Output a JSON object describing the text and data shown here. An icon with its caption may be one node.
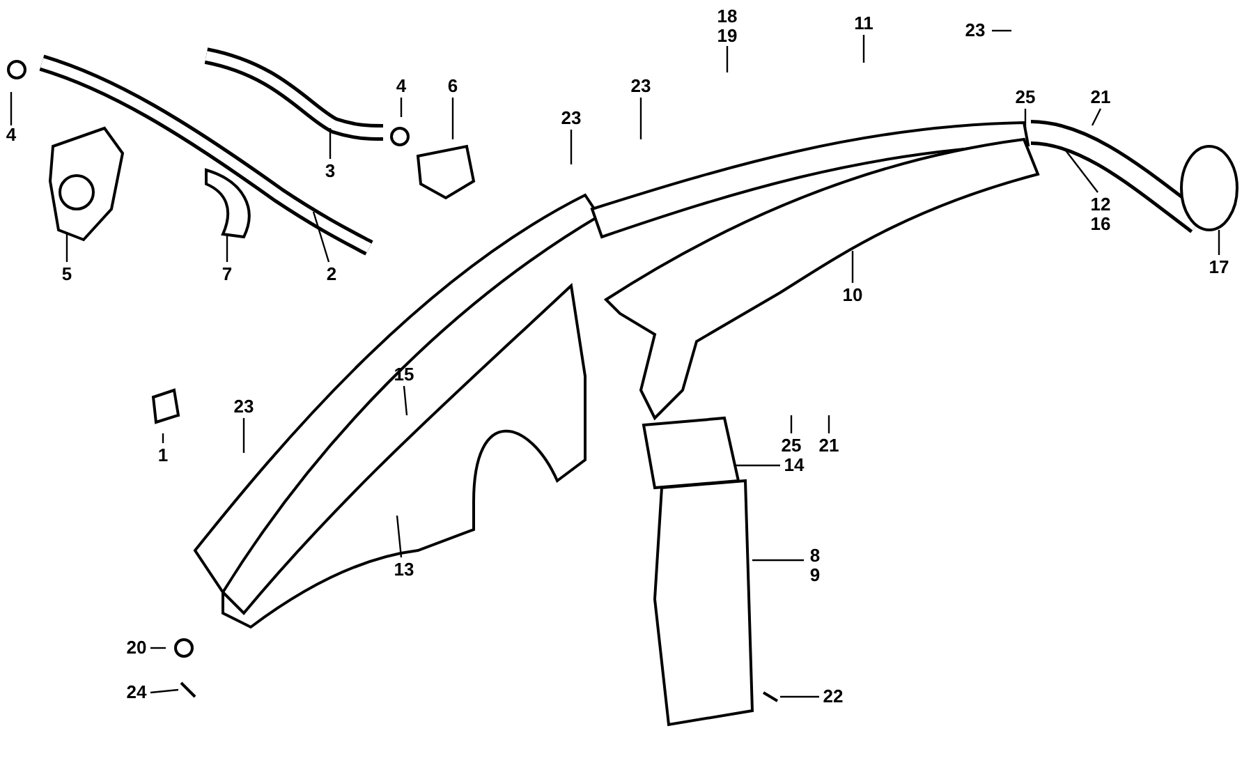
{
  "diagram": {
    "nodes": [
      {
        "text": [
          "4"
        ]
      },
      {
        "text": [
          "5"
        ]
      },
      {
        "text": [
          "7"
        ]
      },
      {
        "text": [
          "3"
        ]
      },
      {
        "text": [
          "2"
        ]
      },
      {
        "text": [
          "4"
        ]
      },
      {
        "text": [
          "6"
        ]
      },
      {
        "text": [
          "1"
        ]
      },
      {
        "text": [
          "23"
        ]
      },
      {
        "text": [
          "15"
        ]
      },
      {
        "text": [
          "13"
        ]
      },
      {
        "text": [
          "20"
        ]
      },
      {
        "text": [
          "24"
        ]
      },
      {
        "text": [
          "23"
        ]
      },
      {
        "text": [
          "23"
        ]
      },
      {
        "text": [
          "18",
          "19"
        ]
      },
      {
        "text": [
          "11"
        ]
      },
      {
        "text": [
          "23"
        ]
      },
      {
        "text": [
          "25"
        ]
      },
      {
        "text": [
          "21"
        ]
      },
      {
        "text": [
          "12",
          "16"
        ]
      },
      {
        "text": [
          "17"
        ]
      },
      {
        "text": [
          "10"
        ]
      },
      {
        "text": [
          "25"
        ]
      },
      {
        "text": [
          "21"
        ]
      },
      {
        "text": [
          "14"
        ]
      },
      {
        "text": [
          "8",
          "9"
        ]
      },
      {
        "text": [
          "22"
        ]
      }
    ],
    "edges": [
      {
        "from": 0,
        "to": null,
        "arrow": "none"
      },
      {
        "from": 1,
        "to": null,
        "arrow": "none"
      },
      {
        "from": 2,
        "to": null,
        "arrow": "none"
      },
      {
        "from": 3,
        "to": null,
        "arrow": "none"
      },
      {
        "from": 4,
        "to": null,
        "arrow": "none"
      },
      {
        "from": 5,
        "to": null,
        "arrow": "none"
      },
      {
        "from": 6,
        "to": null,
        "arrow": "none"
      },
      {
        "from": 7,
        "to": null,
        "arrow": "none"
      },
      {
        "from": 8,
        "to": null,
        "arrow": "none"
      },
      {
        "from": 9,
        "to": null,
        "arrow": "none"
      },
      {
        "from": 10,
        "to": null,
        "arrow": "none"
      },
      {
        "from": 11,
        "to": null,
        "arrow": "none"
      },
      {
        "from": 12,
        "to": null,
        "arrow": "none"
      },
      {
        "from": 13,
        "to": null,
        "arrow": "none"
      },
      {
        "from": 14,
        "to": null,
        "arrow": "none"
      },
      {
        "from": 15,
        "to": null,
        "arrow": "none"
      },
      {
        "from": 16,
        "to": null,
        "arrow": "none"
      },
      {
        "from": 17,
        "to": null,
        "arrow": "none"
      },
      {
        "from": 18,
        "to": null,
        "arrow": "none"
      },
      {
        "from": 19,
        "to": null,
        "arrow": "none"
      },
      {
        "from": 20,
        "to": null,
        "arrow": "none"
      },
      {
        "from": 21,
        "to": null,
        "arrow": "none"
      },
      {
        "from": 22,
        "to": null,
        "arrow": "none"
      },
      {
        "from": 23,
        "to": null,
        "arrow": "none"
      },
      {
        "from": 24,
        "to": null,
        "arrow": "none"
      },
      {
        "from": 25,
        "to": null,
        "arrow": "none"
      },
      {
        "from": 26,
        "to": null,
        "arrow": "none"
      },
      {
        "from": 27,
        "to": null,
        "arrow": "none"
      }
    ]
  }
}
